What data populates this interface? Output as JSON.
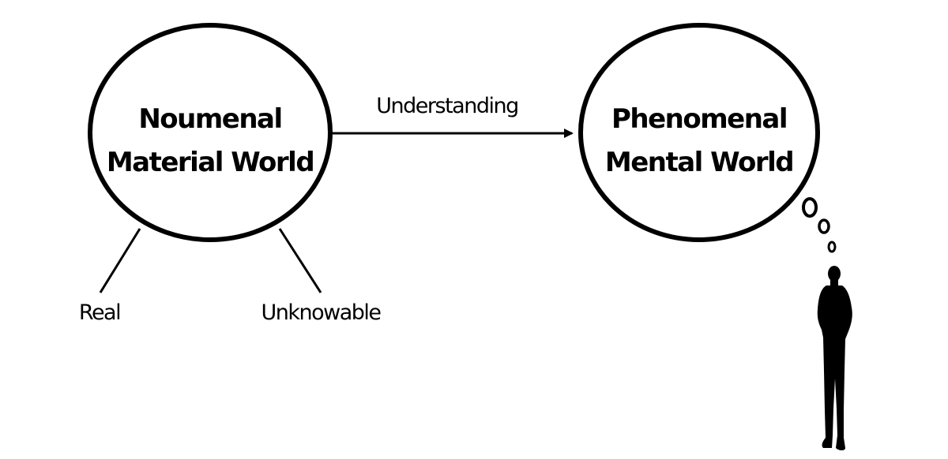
{
  "nodes": {
    "noumenal": {
      "line1": "Noumenal",
      "line2": "Material World"
    },
    "phenomenal": {
      "line1": "Phenomenal",
      "line2": "Mental World"
    }
  },
  "edges": {
    "understanding": "Understanding"
  },
  "attributes": {
    "real": "Real",
    "unknowable": "Unknowable"
  },
  "figure": {
    "icon": "person-silhouette",
    "thought_icon": "thought-bubble"
  },
  "colors": {
    "stroke": "#000000",
    "background": "#ffffff"
  }
}
